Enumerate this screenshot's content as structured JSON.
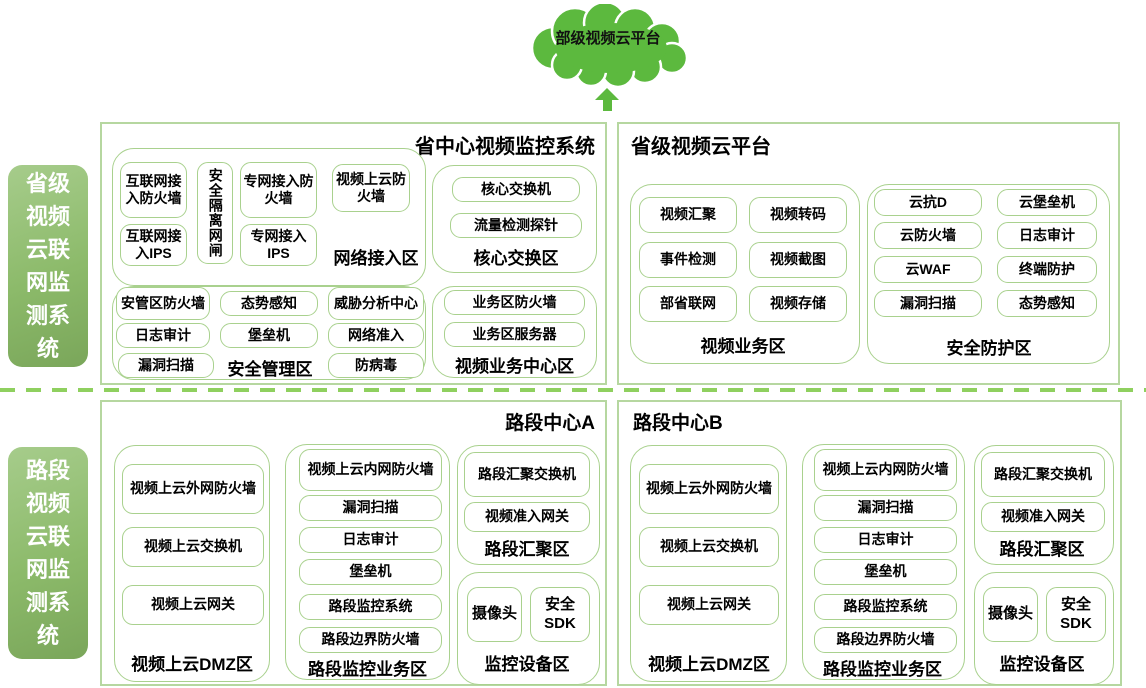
{
  "colors": {
    "cloud_green": "#5cb93e",
    "border_light_green": "#a9d18e",
    "panel_border_green": "#b6d7a0",
    "sidebar_green_start": "#a6cc8b",
    "sidebar_green_end": "#7aa65a",
    "dash_green": "#8fd05f",
    "text": "#000000",
    "sidebar_text": "#ffffff"
  },
  "cloud": {
    "label": "部级视频云平台"
  },
  "sidebar": {
    "provincial": "省级视频云联网监测系统",
    "section": "路段视频云联网监测系统"
  },
  "province_center": {
    "title": "省中心视频监控系统",
    "network_access": {
      "label": "网络接入区",
      "items": [
        "互联网接入防火墙",
        "安全隔离网闸",
        "专网接入防火墙",
        "视频上云防火墙",
        "互联网接入IPS",
        "专网接入IPS"
      ]
    },
    "core_switch": {
      "label": "核心交换区",
      "items": [
        "核心交换机",
        "流量检测探针"
      ]
    },
    "security_mgmt": {
      "label": "安全管理区",
      "items": [
        "安管区防火墙",
        "态势感知",
        "威胁分析中心",
        "日志审计",
        "堡垒机",
        "网络准入",
        "漏洞扫描",
        "防病毒"
      ]
    },
    "video_business_center": {
      "label": "视频业务中心区",
      "items": [
        "业务区防火墙",
        "业务区服务器"
      ]
    }
  },
  "province_cloud": {
    "title": "省级视频云平台",
    "video_business": {
      "label": "视频业务区",
      "items": [
        "视频汇聚",
        "视频转码",
        "事件检测",
        "视频截图",
        "部省联网",
        "视频存储"
      ]
    },
    "security_protect": {
      "label": "安全防护区",
      "items": [
        "云抗D",
        "云堡垒机",
        "云防火墙",
        "日志审计",
        "云WAF",
        "终端防护",
        "漏洞扫描",
        "态势感知"
      ]
    }
  },
  "section_a": {
    "title": "路段中心A",
    "dmz": {
      "label": "视频上云DMZ区",
      "items": [
        "视频上云外网防火墙",
        "视频上云交换机",
        "视频上云网关"
      ]
    },
    "monitor_business": {
      "label": "路段监控业务区",
      "items": [
        "视频上云内网防火墙",
        "漏洞扫描",
        "日志审计",
        "堡垒机",
        "路段监控系统",
        "路段边界防火墙"
      ]
    },
    "aggregation": {
      "label": "路段汇聚区",
      "items": [
        "路段汇聚交换机",
        "视频准入网关"
      ]
    },
    "devices": {
      "label": "监控设备区",
      "items": [
        "摄像头",
        "安全SDK"
      ]
    }
  },
  "section_b": {
    "title": "路段中心B",
    "dmz": {
      "label": "视频上云DMZ区",
      "items": [
        "视频上云外网防火墙",
        "视频上云交换机",
        "视频上云网关"
      ]
    },
    "monitor_business": {
      "label": "路段监控业务区",
      "items": [
        "视频上云内网防火墙",
        "漏洞扫描",
        "日志审计",
        "堡垒机",
        "路段监控系统",
        "路段边界防火墙"
      ]
    },
    "aggregation": {
      "label": "路段汇聚区",
      "items": [
        "路段汇聚交换机",
        "视频准入网关"
      ]
    },
    "devices": {
      "label": "监控设备区",
      "items": [
        "摄像头",
        "安全SDK"
      ]
    }
  }
}
